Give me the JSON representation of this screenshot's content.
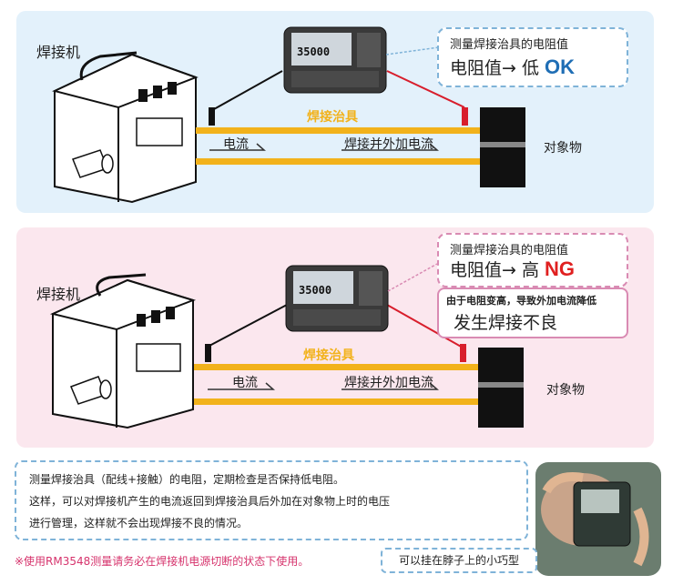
{
  "ok_section": {
    "welder_label": "焊接机",
    "jig_label": "焊接治具",
    "current_label": "电流",
    "external_current_label": "焊接并外加电流",
    "object_label": "对象物",
    "callout_title": "测量焊接治具的电阻值",
    "callout_value": "电阻值→  低",
    "result": "OK",
    "meter_reading": "35000"
  },
  "ng_section": {
    "welder_label": "焊接机",
    "jig_label": "焊接治具",
    "current_label": "电流",
    "external_current_label": "焊接并外加电流",
    "object_label": "对象物",
    "callout_title": "测量焊接治具的电阻值",
    "callout_value": "电阻值→  高",
    "result": "NG",
    "reason_title": "由于电阻变高，导致外加电流降低",
    "reason_result": "发生焊接不良",
    "meter_reading": "35000"
  },
  "notes": {
    "line1": "测量焊接治具（配线+接触）的电阻，定期检查是否保持低电阻。",
    "line2": "这样，可以对焊接机产生的电流返回到焊接治具后外加在对象物上时的电压",
    "line3": "进行管理，这样就不会出现焊接不良的情况。"
  },
  "warning": "※使用RM3548测量请务必在焊接机电源切断的状态下使用。",
  "photo_caption": "可以挂在脖子上的小巧型",
  "colors": {
    "ok_panel": "#e3f1fb",
    "ng_panel": "#fbe7ee",
    "jig_bar": "#f2b21b",
    "ok_badge": "#1f6eb5",
    "ng_badge": "#e02020",
    "red_probe": "#d81e2c"
  }
}
